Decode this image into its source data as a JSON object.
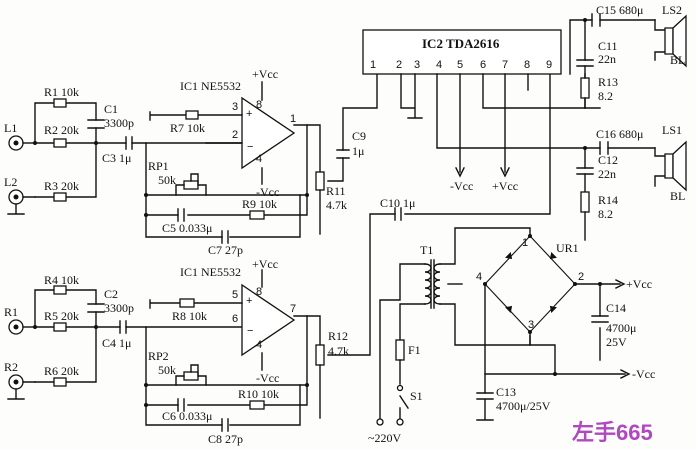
{
  "ic2": {
    "title": "IC2 TDA2616",
    "pins": [
      "1",
      "2",
      "3",
      "4",
      "5",
      "6",
      "7",
      "8",
      "9"
    ]
  },
  "ic1_top": {
    "label": "IC1 NE5532",
    "pin_plus": "3",
    "pin_minus": "2",
    "pin_out": "1",
    "pin_vp": "8",
    "pin_vn": "4"
  },
  "ic1_bot": {
    "label": "IC1 NE5532",
    "pin_plus": "5",
    "pin_minus": "6",
    "pin_out": "7",
    "pin_vp": "8",
    "pin_vn": "4"
  },
  "supply": {
    "vcc_pos": "+Vcc",
    "vcc_neg": "-Vcc",
    "mains": "~220V"
  },
  "inputs": {
    "l1": "L1",
    "l2": "L2",
    "r1": "R1",
    "r2": "R2"
  },
  "speakers": {
    "ls1": "LS1",
    "ls2": "LS2",
    "bl1": "BL",
    "bl2": "BL"
  },
  "components": {
    "R1": "R1 10k",
    "R2": "R2 20k",
    "R3": "R3 20k",
    "R4": "R4 10k",
    "R5": "R5 20k",
    "R6": "R6 20k",
    "R7": "R7 10k",
    "R8": "R8 10k",
    "R9": "R9 10k",
    "R10": "R10 10k",
    "R11": "R11",
    "R11v": "4.7k",
    "R12": "R12",
    "R12v": "4.7k",
    "R13": "R13",
    "R13v": "8.2",
    "R14": "R14",
    "R14v": "8.2",
    "RP1": "RP1",
    "RP1v": "50k",
    "RP2": "RP2",
    "RP2v": "50k",
    "C1": "C1",
    "C1v": "3300p",
    "C2": "C2",
    "C2v": "3300p",
    "C3": "C3 1μ",
    "C4": "C4 1μ",
    "C5": "C5 0.033μ",
    "C6": "C6 0.033μ",
    "C7": "C7 27p",
    "C8": "C8 27p",
    "C9": "C9",
    "C9v": "1μ",
    "C10": "C10 1μ",
    "C11": "C11",
    "C11v": "22n",
    "C12": "C12",
    "C12v": "22n",
    "C13": "C13",
    "C13v": "4700μ/25V",
    "C14": "C14",
    "C14v": "4700μ",
    "C14v2": "25V",
    "C15": "C15 680μ",
    "C16": "C16 680μ",
    "T1": "T1",
    "F1": "F1",
    "S1": "S1",
    "UR1": "UR1",
    "ur1_n1": "1",
    "ur1_n2": "2",
    "ur1_n3": "3",
    "ur1_n4": "4"
  },
  "watermark": "左手665"
}
